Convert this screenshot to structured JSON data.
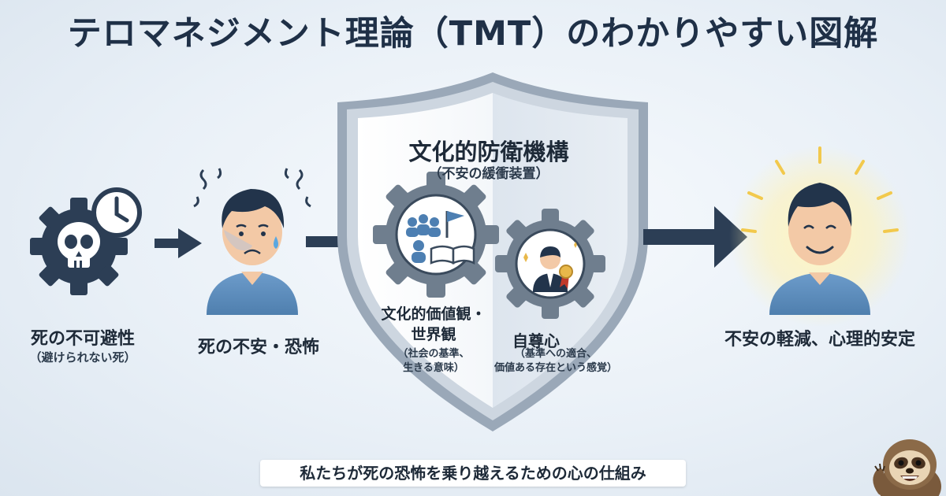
{
  "title": "テロマネジメント理論（TMT）のわかりやすい図解",
  "steps": {
    "death": {
      "label": "死の不可避性",
      "sub": "（避けられない死）"
    },
    "anxiety": {
      "label": "死の不安・恐怖"
    },
    "relief": {
      "label": "不安の軽減、心理的安定"
    }
  },
  "shield": {
    "title": "文化的防衛機構",
    "subtitle": "（不安の緩衝装置）",
    "worldview": {
      "label_line1": "文化的価値観・",
      "label_line2": "世界観",
      "sub_line1": "（社会の基準、",
      "sub_line2": "生きる意味）"
    },
    "self_esteem": {
      "label": "自尊心",
      "sub_line1": "（基準への適合、",
      "sub_line2": "価値ある存在という感覚）"
    }
  },
  "caption": "私たちが死の恐怖を乗り越えるための心の仕組み",
  "icons": [
    "skull-gear-icon",
    "clock-icon",
    "anxious-person-icon",
    "shield-icon",
    "worldview-gear-icon",
    "self-esteem-gear-icon",
    "calm-person-icon",
    "sloth-mascot-icon"
  ],
  "colors": {
    "navy": "#2c3e55",
    "shirt": "#5f8fc0",
    "skin": "#f3c9a6",
    "gear": "#6f7e8e",
    "glow": "#fff4b0"
  }
}
